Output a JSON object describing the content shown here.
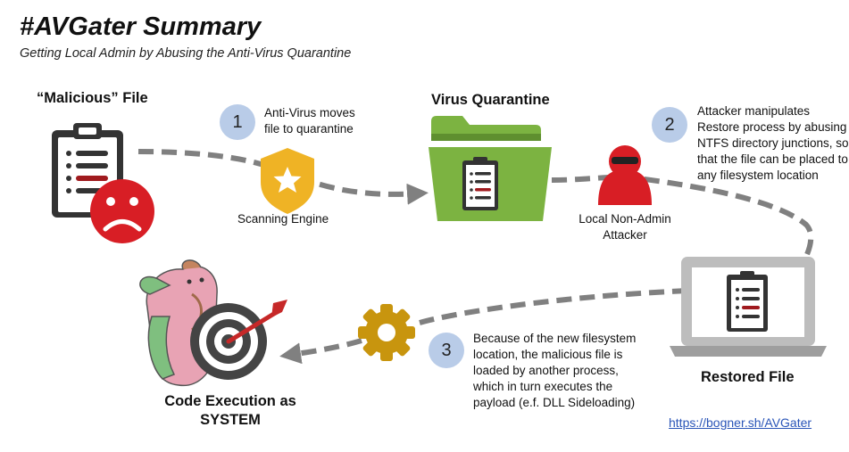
{
  "title": "#AVGater Summary",
  "subtitle": "Getting Local Admin by Abusing the Anti-Virus Quarantine",
  "nodes": {
    "malicious_file": "“Malicious” File",
    "scanning_engine": "Scanning Engine",
    "virus_quarantine": "Virus Quarantine",
    "attacker_line1": "Local Non-Admin",
    "attacker_line2": "Attacker",
    "restored_file": "Restored File",
    "code_exec_line1": "Code Execution as",
    "code_exec_line2": "SYSTEM"
  },
  "steps": [
    {
      "number": "1",
      "lines": [
        "Anti-Virus moves",
        "file to quarantine"
      ]
    },
    {
      "number": "2",
      "lines": [
        "Attacker manipulates",
        "Restore process by abusing",
        "NTFS directory junctions, so",
        "that the file can be placed to",
        "any filesystem location"
      ]
    },
    {
      "number": "3",
      "lines": [
        "Because of the new filesystem",
        "location, the malicious file is",
        "loaded by another process,",
        "which in turn executes the",
        "payload (e.f. DLL Sideloading)"
      ]
    }
  ],
  "link": "https://bogner.sh/AVGater",
  "colors": {
    "red": "#d81e25",
    "shield": "#efb325",
    "folder_green": "#7cb341",
    "gear": "#c8950e",
    "laptop_gray": "#bdbdbd",
    "step_circle": "#b9cce8",
    "arrow_gray": "#808080",
    "link_blue": "#2a55b8"
  },
  "icons": [
    "clipboard-icon",
    "sad-face-icon",
    "shield-star-icon",
    "folder-icon",
    "hacker-icon",
    "laptop-icon",
    "gear-icon",
    "target-icon",
    "mascot-icon"
  ]
}
